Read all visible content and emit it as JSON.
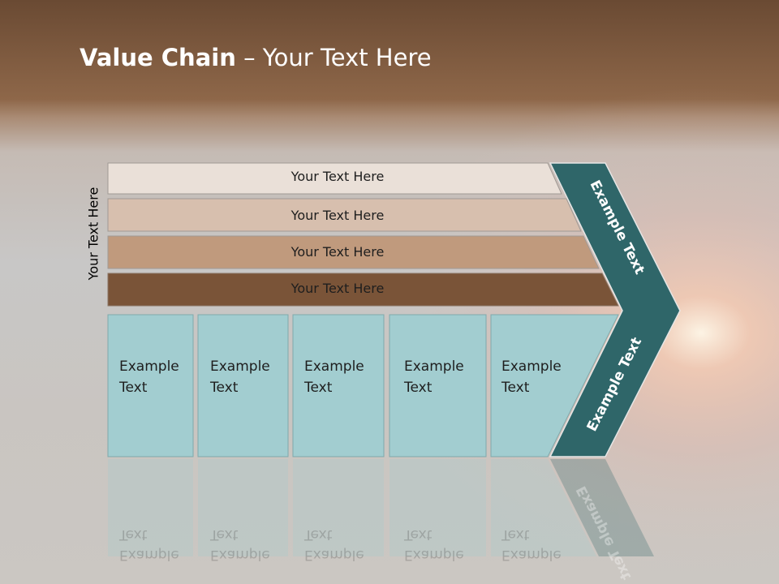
{
  "title": {
    "bold": "Value Chain",
    "rest": " – Your Text Here"
  },
  "side_label": "Your Text Here",
  "rows": [
    {
      "label": "Your Text Here",
      "color": "#eae0d8"
    },
    {
      "label": "Your Text Here",
      "color": "#d7bfae"
    },
    {
      "label": "Your Text Here",
      "color": "#c09a7d"
    },
    {
      "label": "Your Text Here",
      "color": "#7a5438"
    }
  ],
  "columns": [
    {
      "line1": "Example",
      "line2": "Text"
    },
    {
      "line1": "Example",
      "line2": "Text"
    },
    {
      "line1": "Example",
      "line2": "Text"
    },
    {
      "line1": "Example",
      "line2": "Text"
    },
    {
      "line1": "Example",
      "line2": "Text"
    }
  ],
  "arrow": {
    "top_label": "Example Text",
    "bottom_label": "Example Text",
    "color": "#2f6669"
  },
  "column_color": "#a2cdd0"
}
